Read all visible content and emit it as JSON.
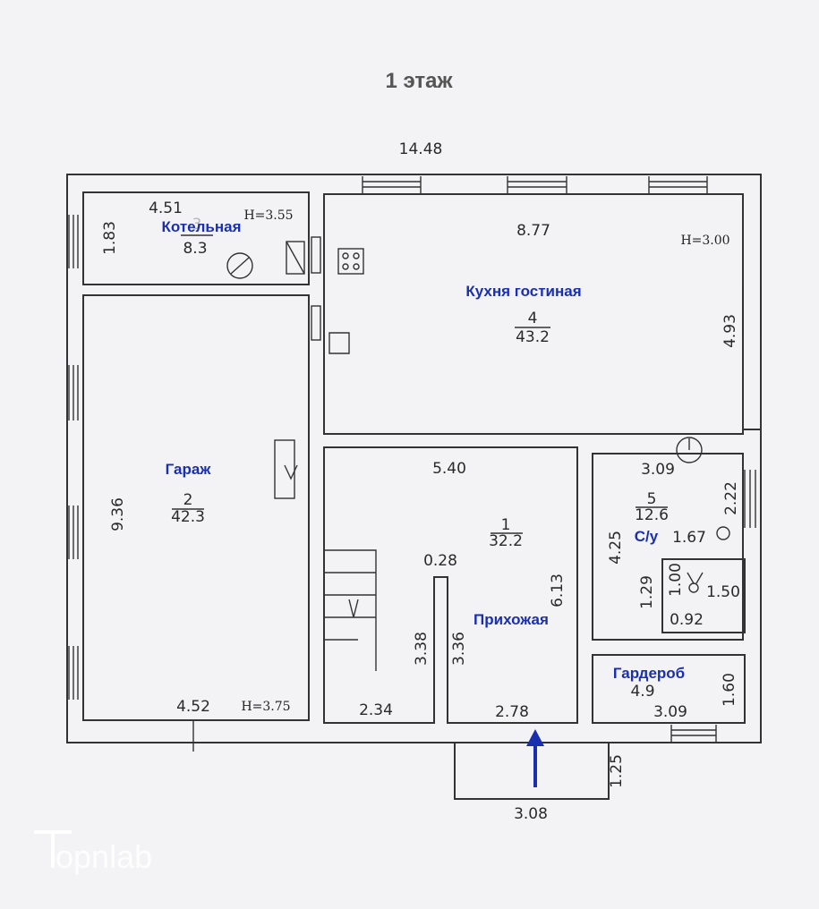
{
  "title": "1 этаж",
  "overall_width": "14.48",
  "rooms": {
    "boiler": {
      "label": "Котельная",
      "number": "3",
      "area": "8.3",
      "width": "4.51",
      "depth": "1.83",
      "height": "H=3.55"
    },
    "kitchen": {
      "label": "Кухня гостиная",
      "number": "4",
      "area": "43.2",
      "width": "8.77",
      "depth": "4.93",
      "height": "H=3.00"
    },
    "garage": {
      "label": "Гараж",
      "number": "2",
      "area": "42.3",
      "width": "4.52",
      "depth": "9.36",
      "height": "H=3.75"
    },
    "hall": {
      "label": "Прихожая",
      "number": "1",
      "area": "32.2",
      "width": "5.40",
      "depth": "6.13",
      "dims": [
        "0.28",
        "3.38",
        "3.36",
        "2.34",
        "2.78"
      ]
    },
    "bathroom": {
      "label": "С/у",
      "number": "5",
      "area": "12.6",
      "width": "3.09",
      "depth": "4.25",
      "dims": [
        "2.22",
        "1.67",
        "1.29",
        "1.00",
        "1.50",
        "0.92"
      ]
    },
    "wardrobe": {
      "label": "Гардероб",
      "area": "4.9",
      "width": "3.09",
      "depth": "1.60"
    }
  },
  "porch": {
    "depth": "1.25",
    "width": "3.08"
  },
  "entrance_arrow_color": "#1a2fb0",
  "watermark": "Topnlab"
}
